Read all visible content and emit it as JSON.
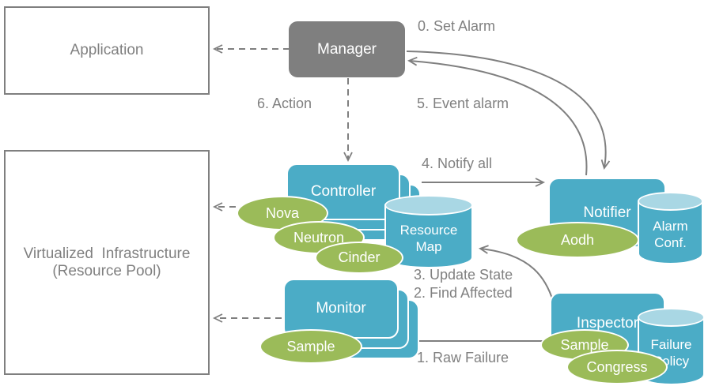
{
  "diagram_title": "fault-management-architecture",
  "colors": {
    "component_teal": "#4bacc6",
    "cylinder_top_blue": "#a9d7e4",
    "service_green": "#9bbb59",
    "manager_gray": "#7f7f7f",
    "label_gray": "#808080",
    "arrow_gray": "#7f7f7f",
    "component_text": "#ffffff"
  },
  "boxes": {
    "application": {
      "label": "Application"
    },
    "virtualized_infrastructure": {
      "line1": "Virtualized  Infrastructure",
      "line2": "(Resource Pool)"
    },
    "manager": {
      "label": "Manager"
    },
    "controller": {
      "label": "Controller"
    },
    "monitor": {
      "label": "Monitor"
    },
    "notifier": {
      "label": "Notifier"
    },
    "inspector": {
      "label": "Inspector"
    }
  },
  "cylinders": {
    "resource_map": {
      "line1": "Resource",
      "line2": "Map"
    },
    "alarm_conf": {
      "line1": "Alarm",
      "line2": "Conf."
    },
    "failure_policy": {
      "line1": "Failure",
      "line2": "Policy"
    }
  },
  "ellipses": {
    "nova": {
      "label": "Nova"
    },
    "neutron": {
      "label": "Neutron"
    },
    "cinder": {
      "label": "Cinder"
    },
    "sample_monitor": {
      "label": "Sample"
    },
    "aodh": {
      "label": "Aodh"
    },
    "sample_inspector": {
      "label": "Sample"
    },
    "congress": {
      "label": "Congress"
    }
  },
  "labels": {
    "set_alarm": "0. Set Alarm",
    "event_alarm": "5. Event alarm",
    "action": "6. Action",
    "notify_all": "4. Notify all",
    "update_state": "3. Update State",
    "find_affected": "2. Find Affected",
    "raw_failure": "1. Raw Failure"
  }
}
